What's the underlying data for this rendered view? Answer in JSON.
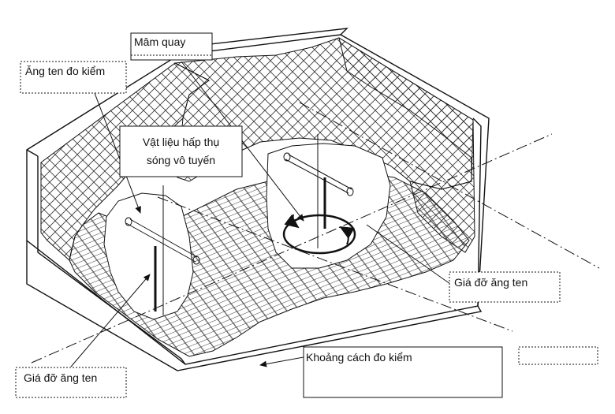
{
  "labels": {
    "turntable": "Mâm quay",
    "measuring_antenna": "Ăng ten đo kiểm",
    "absorber_line1": "Vật liệu hấp thụ",
    "absorber_line2": "sóng vô tuyến",
    "antenna_mast_right": "Giá đỡ ăng ten",
    "antenna_mast_left": "Giá đỡ ăng ten",
    "test_distance": "Khoảng cách đo kiểm"
  },
  "colors": {
    "ink": "#1a1a1a",
    "background": "#ffffff",
    "wall_face": "#ffffff"
  }
}
